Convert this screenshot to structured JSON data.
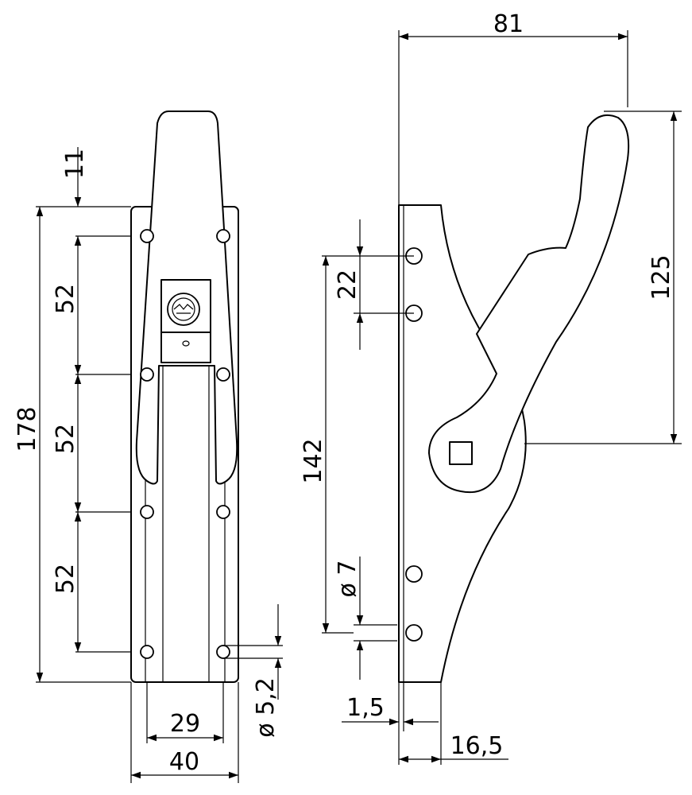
{
  "dimensions": {
    "front_top_offset": "11",
    "front_spacing_1": "52",
    "front_spacing_2": "52",
    "front_spacing_3": "52",
    "front_total_height": "178",
    "front_hole_dia": "ø 5,2",
    "front_inner_width": "29",
    "front_total_width": "40",
    "side_depth": "81",
    "side_handle_height": "125",
    "side_hole_spacing": "22",
    "side_outer_spacing": "142",
    "side_hole_dia": "ø 7",
    "side_plate_thickness": "1,5",
    "side_base_width": "16,5"
  },
  "colors": {
    "line": "#000000",
    "background": "#ffffff"
  }
}
